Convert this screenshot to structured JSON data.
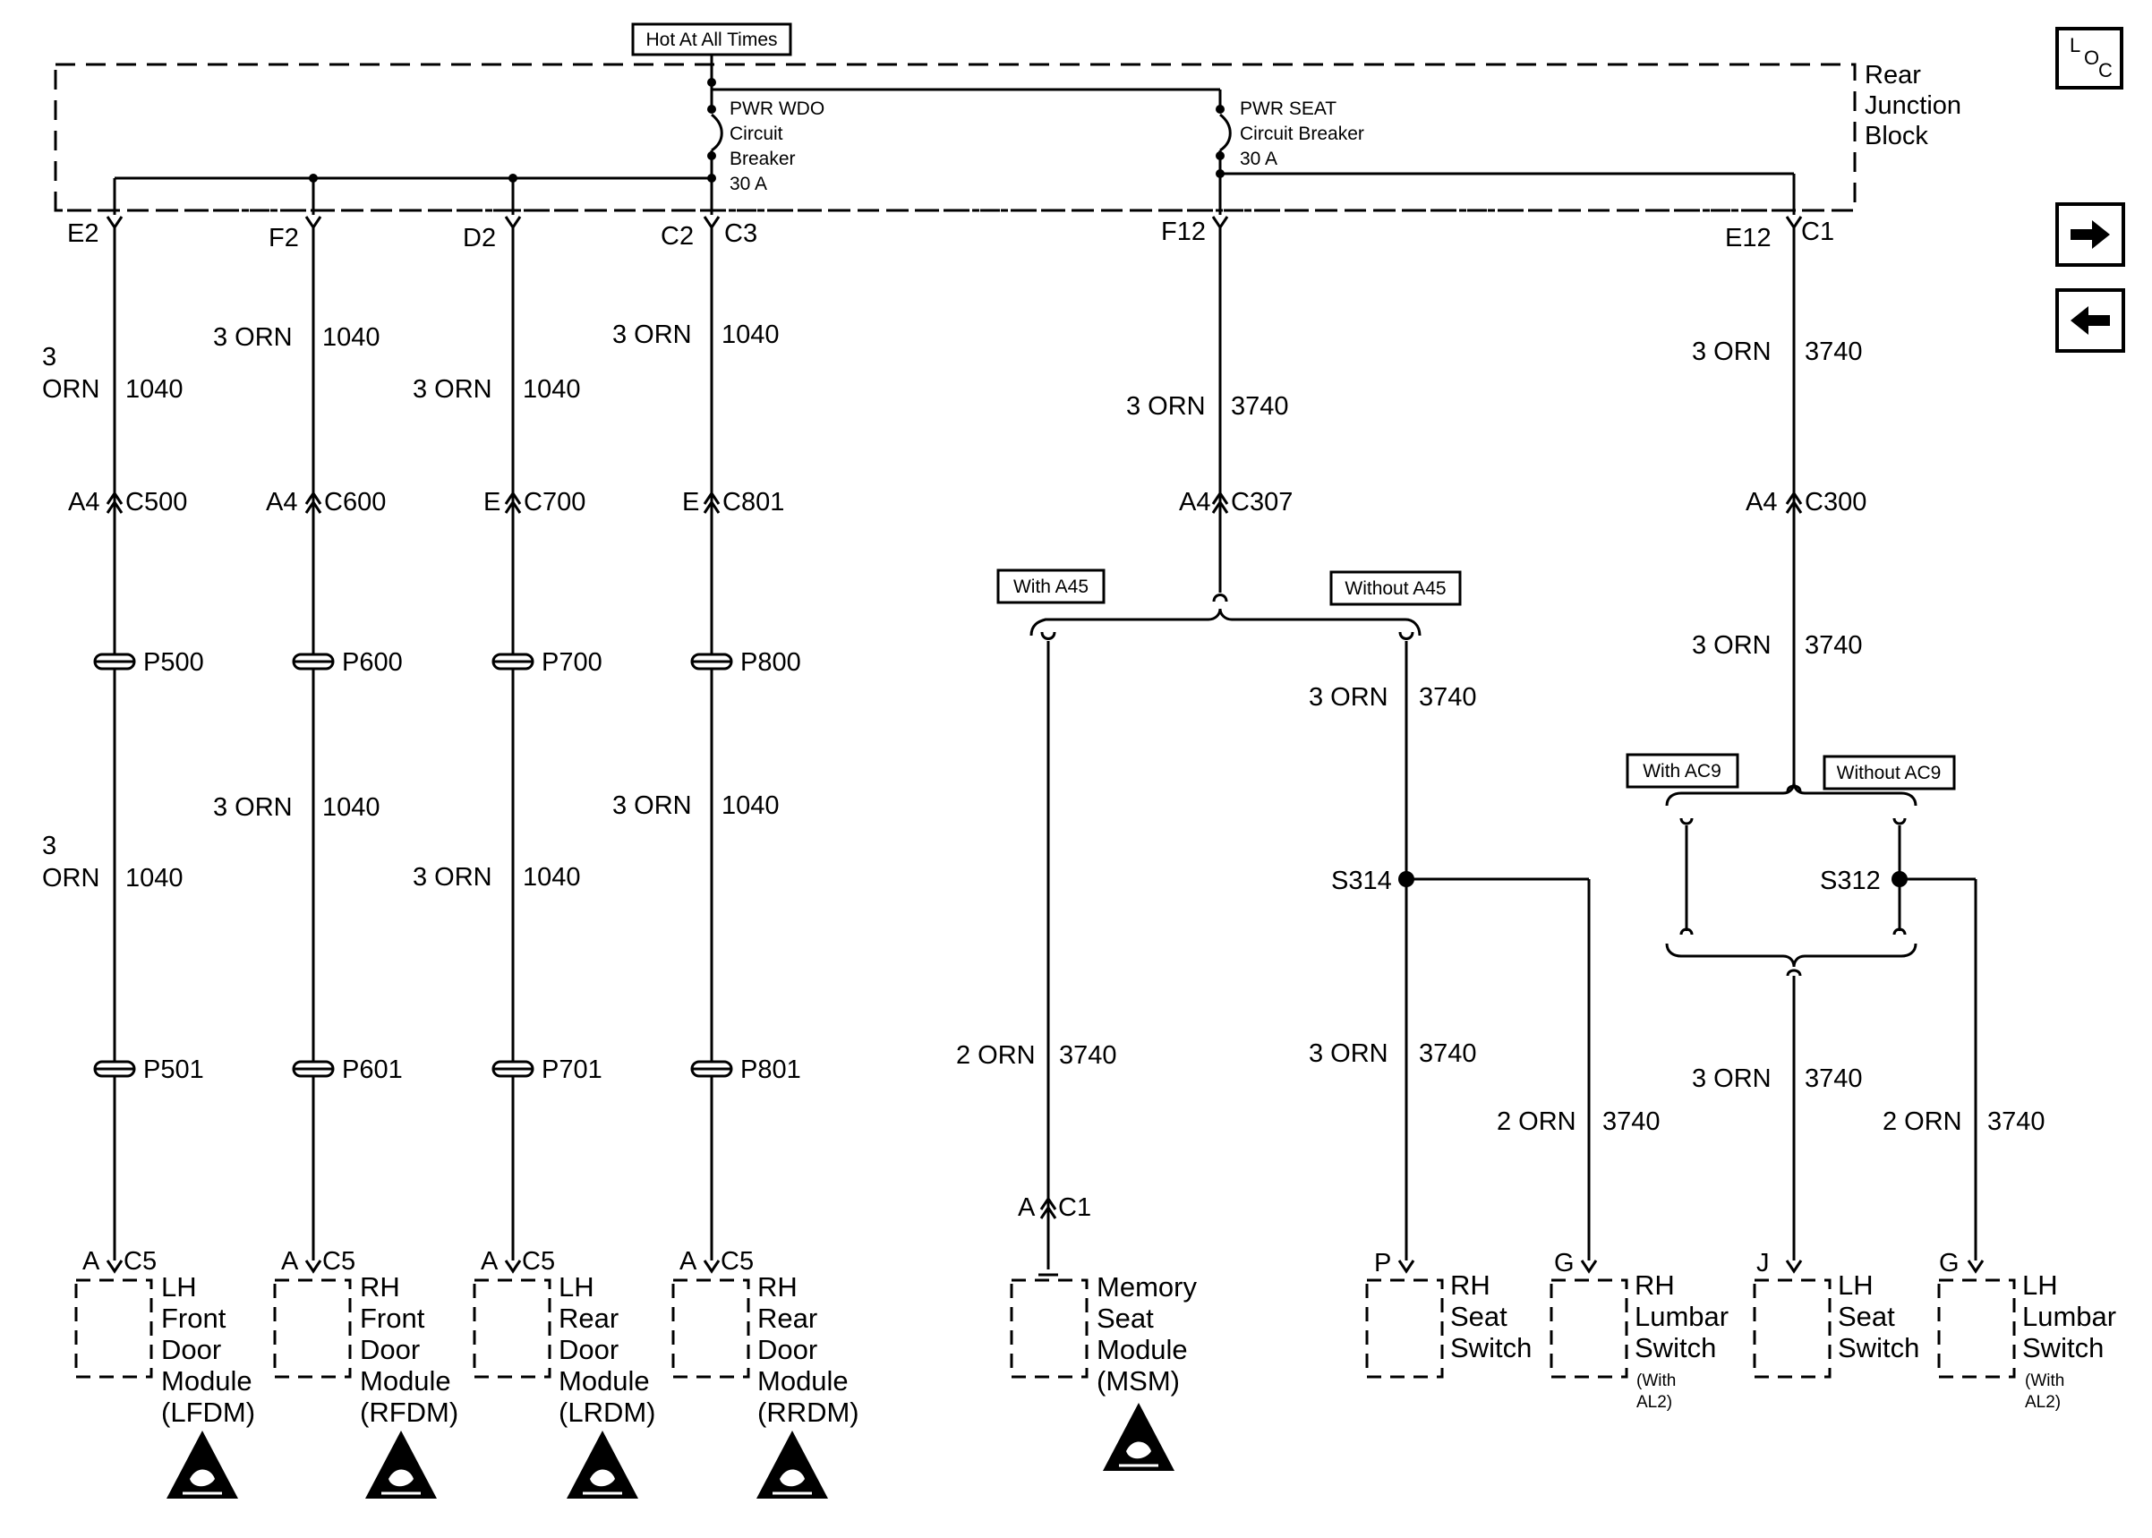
{
  "title_box": "Hot At All Times",
  "junction_block": "Rear\nJunction\nBlock",
  "breakers": {
    "wdo": "PWR WDO\nCircuit\nBreaker\n30 A",
    "seat": "PWR SEAT\nCircuit Breaker\n30 A"
  },
  "top_pins": {
    "e2": "E2",
    "f2": "F2",
    "d2": "D2",
    "c2": "C2",
    "c3": "C3",
    "f12": "F12",
    "e12": "E12",
    "c1": "C1"
  },
  "wires": {
    "lf_top": "3\nORN",
    "lf_top_num": "1040",
    "rf_top": "3 ORN",
    "rf_top_num": "1040",
    "lr_top": "3 ORN",
    "lr_top_num": "1040",
    "rr_top": "3 ORN",
    "rr_top_num": "1040",
    "lf_mid": "3\nORN",
    "lf_mid_num": "1040",
    "rf_mid": "3 ORN",
    "rf_mid_num": "1040",
    "lr_mid": "3 ORN",
    "lr_mid_num": "1040",
    "rr_mid": "3 ORN",
    "rr_mid_num": "1040",
    "f12_top": "3 ORN",
    "f12_top_num": "3740",
    "c1_top": "3 ORN",
    "c1_top_num": "3740",
    "c1_mid": "3 ORN",
    "c1_mid_num": "3740",
    "rhseat_top": "3 ORN",
    "rhseat_top_num": "3740",
    "msm": "2 ORN",
    "msm_num": "3740",
    "rhseat_bot": "3 ORN",
    "rhseat_bot_num": "3740",
    "rhlumbar": "2 ORN",
    "rhlumbar_num": "3740",
    "lhseat": "3 ORN",
    "lhseat_num": "3740",
    "lhlumbar": "2 ORN",
    "lhlumbar_num": "3740"
  },
  "connectors": {
    "c500": [
      "A4",
      "C500"
    ],
    "c600": [
      "A4",
      "C600"
    ],
    "c700": [
      "E",
      "C700"
    ],
    "c801": [
      "E",
      "C801"
    ],
    "c307": [
      "A4",
      "C307"
    ],
    "c300": [
      "A4",
      "C300"
    ]
  },
  "passthroughs": [
    "P500",
    "P600",
    "P700",
    "P800",
    "P501",
    "P601",
    "P701",
    "P801"
  ],
  "splices": [
    "S314",
    "S312"
  ],
  "options": {
    "with_a45": "With A45",
    "without_a45": "Without A45",
    "with_ac9": "With AC9",
    "without_ac9": "Without AC9"
  },
  "modules": {
    "lfdm": {
      "pin": "A",
      "conn": "C5",
      "name": "LH\nFront\nDoor\nModule\n(LFDM)"
    },
    "rfdm": {
      "pin": "A",
      "conn": "C5",
      "name": "RH\nFront\nDoor\nModule\n(RFDM)"
    },
    "lrdm": {
      "pin": "A",
      "conn": "C5",
      "name": "LH\nRear\nDoor\nModule\n(LRDM)"
    },
    "rrdm": {
      "pin": "A",
      "conn": "C5",
      "name": "RH\nRear\nDoor\nModule\n(RRDM)"
    },
    "msm": {
      "pin": "A",
      "conn": "C1",
      "name": "Memory\nSeat\nModule\n(MSM)"
    },
    "rh_seat": {
      "pin": "P",
      "name": "RH\nSeat\nSwitch"
    },
    "rh_lumbar": {
      "pin": "G",
      "name": "RH\nLumbar\nSwitch",
      "note": "(With\nAL2)"
    },
    "lh_seat": {
      "pin": "J",
      "name": "LH\nSeat\nSwitch"
    },
    "lh_lumbar": {
      "pin": "G",
      "name": "LH\nLumbar\nSwitch",
      "note": "(With\nAL2)"
    }
  },
  "nav": {
    "loc": [
      "L",
      "O",
      "C"
    ],
    "forward_icon": "right-arrow-icon",
    "back_icon": "left-arrow-icon"
  }
}
